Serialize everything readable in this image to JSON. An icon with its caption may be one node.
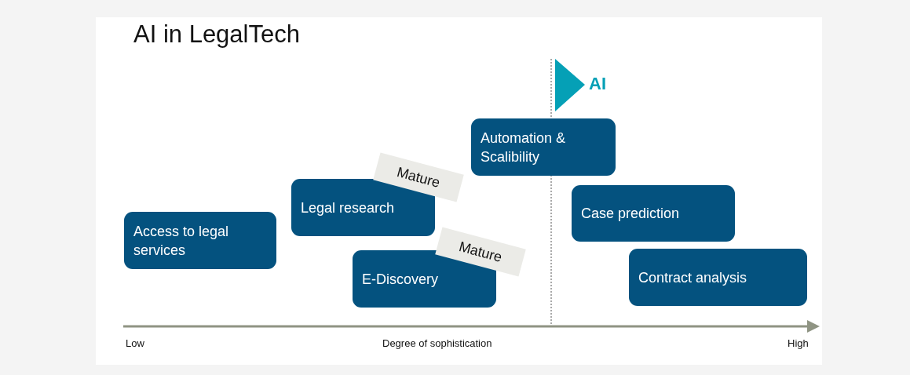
{
  "diagram": {
    "title": "AI in LegalTech",
    "nodes": [
      {
        "text": [
          "Access to legal services"
        ]
      },
      {
        "text": [
          "Legal research"
        ]
      },
      {
        "text": [
          "Mature"
        ]
      },
      {
        "text": [
          "E-Discovery"
        ]
      },
      {
        "text": [
          "Mature"
        ]
      },
      {
        "text": [
          "Automation & Scalibility"
        ]
      },
      {
        "text": [
          "Case prediction"
        ]
      },
      {
        "text": [
          "Contract analysis"
        ]
      }
    ],
    "edges": [],
    "labels": [
      "AI",
      "Low",
      "Degree of sophistication",
      "High"
    ]
  }
}
